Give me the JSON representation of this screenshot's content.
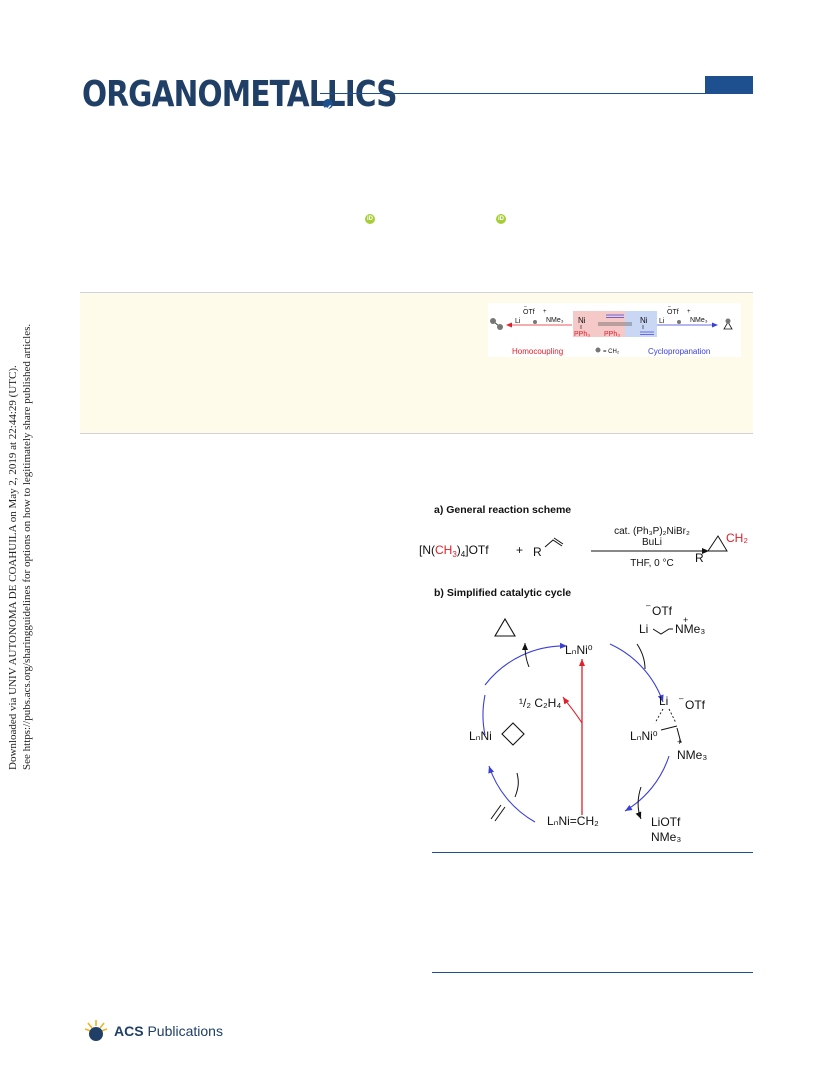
{
  "header": {
    "journal_name": "ORGANOMETALLICS"
  },
  "side_notice": {
    "line1": "Downloaded via UNIV AUTONOMA DE COAHUILA on May 2, 2019 at 22:44:29 (UTC).",
    "line2": "See https://pubs.acs.org/sharingguidelines for options on how to legitimately share published articles."
  },
  "orcid_label": "iD",
  "toc": {
    "left_label": "Homocoupling",
    "right_label": "Cyclopropanation",
    "key": "= CH₂",
    "reagent_left": "OTf",
    "reagent_amine": "NMe₃",
    "li": "Li",
    "ni": "Ni",
    "pph3": "PPh₃",
    "minus": "–",
    "plus": "+"
  },
  "scheme": {
    "part_a_title": "a) General reaction scheme",
    "reagent_salt_pre": "[N(",
    "reagent_salt_ch3": "CH",
    "reagent_salt_sub3": "3",
    "reagent_salt_post": ")",
    "reagent_salt_sub4": "4",
    "reagent_salt_otf": "]OTf",
    "plus": "+",
    "r_group": "R",
    "catalyst_line1": "cat. (Ph₃P)₂NiBr₂",
    "catalyst_line2": "BuLi",
    "conditions": "THF, 0 °C",
    "product_r": "R",
    "product_ch2": "CH₂",
    "part_b_title": "b) Simplified catalytic cycle",
    "top_complex": "LₙNi⁰",
    "ethylene_half": "¹/₂ C₂H₄",
    "left_complex": "LₙNi",
    "bottom_complex": "LₙNi=CH₂",
    "ylide_otf": "OTf",
    "ylide_li": "Li",
    "ylide_nme3": "NMe₃",
    "inter_li": "Li",
    "inter_otf": "OTf",
    "inter_ni": "LₙNi⁰",
    "inter_nme3": "NMe₃",
    "byproduct1": "LiOTf",
    "byproduct2": "NMe₃",
    "minus": "–"
  },
  "footer": {
    "publisher_acs": "ACS",
    "publisher_pub": " Publications"
  },
  "colors": {
    "journal_blue": "#1f3f66",
    "accent_blue": "#1e4f8f",
    "red": "#e0202a",
    "blue_arrow": "#3a3fd8",
    "abstract_bg": "#fffbea"
  }
}
